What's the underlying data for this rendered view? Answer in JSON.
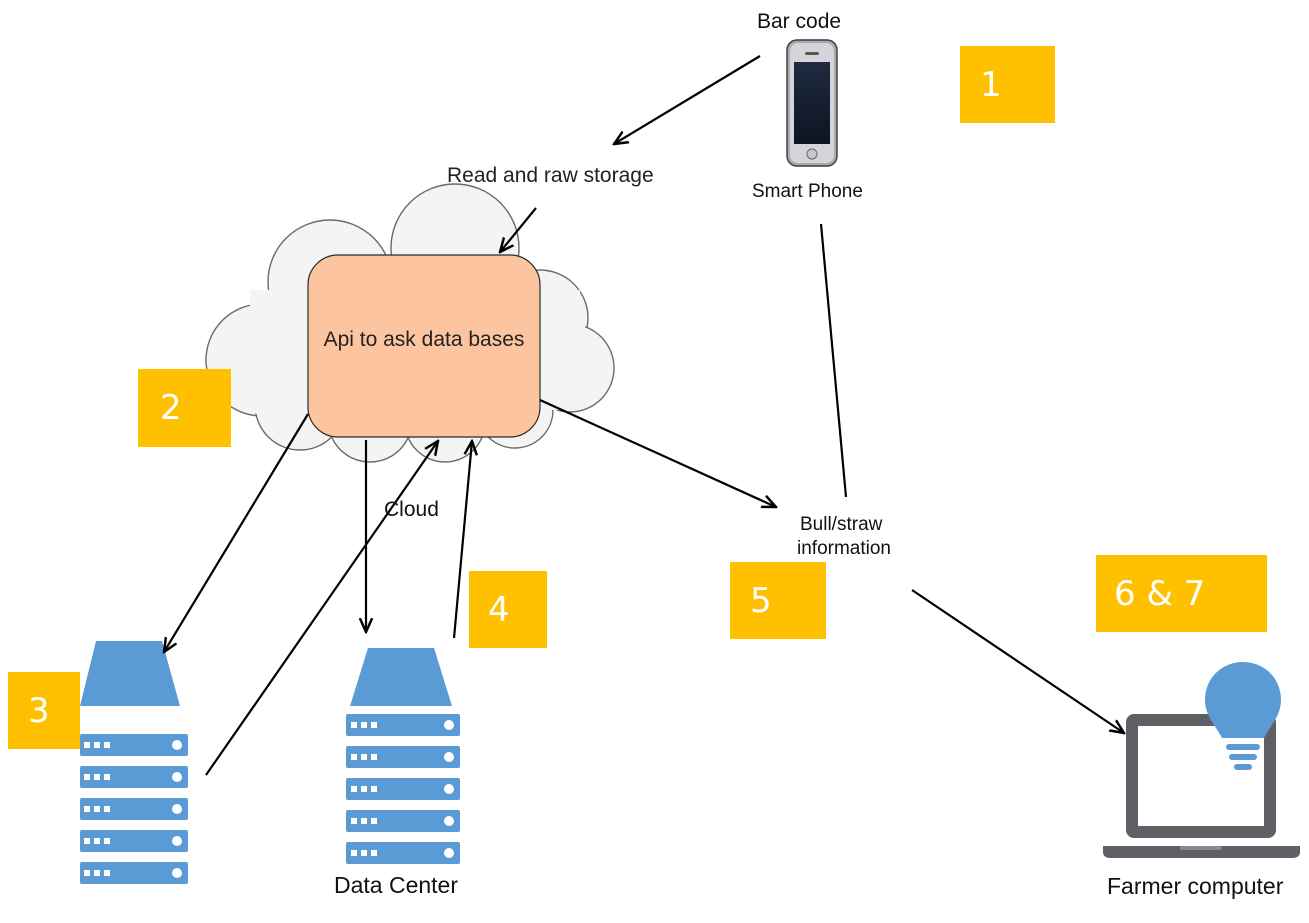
{
  "labels": {
    "bar_code": "Bar code",
    "read_raw_storage": "Read and raw storage",
    "smart_phone": "Smart Phone",
    "api": "Api to ask data bases",
    "cloud": "Cloud",
    "bull_straw_line1": "Bull/straw",
    "bull_straw_line2": "information",
    "data_center": "Data Center",
    "farmer_computer": "Farmer computer"
  },
  "badges": {
    "b1": "1",
    "b2": "2",
    "b3": "3",
    "b4": "4",
    "b5": "5",
    "b67": "6 & 7"
  },
  "colors": {
    "badge": "#ffc000",
    "api_box": "#fdc4a0",
    "cloud_fill": "#f4f4f4",
    "server_blue": "#5b9bd5",
    "laptop_gray": "#5f5f66",
    "bulb_blue": "#5b9bd5"
  }
}
